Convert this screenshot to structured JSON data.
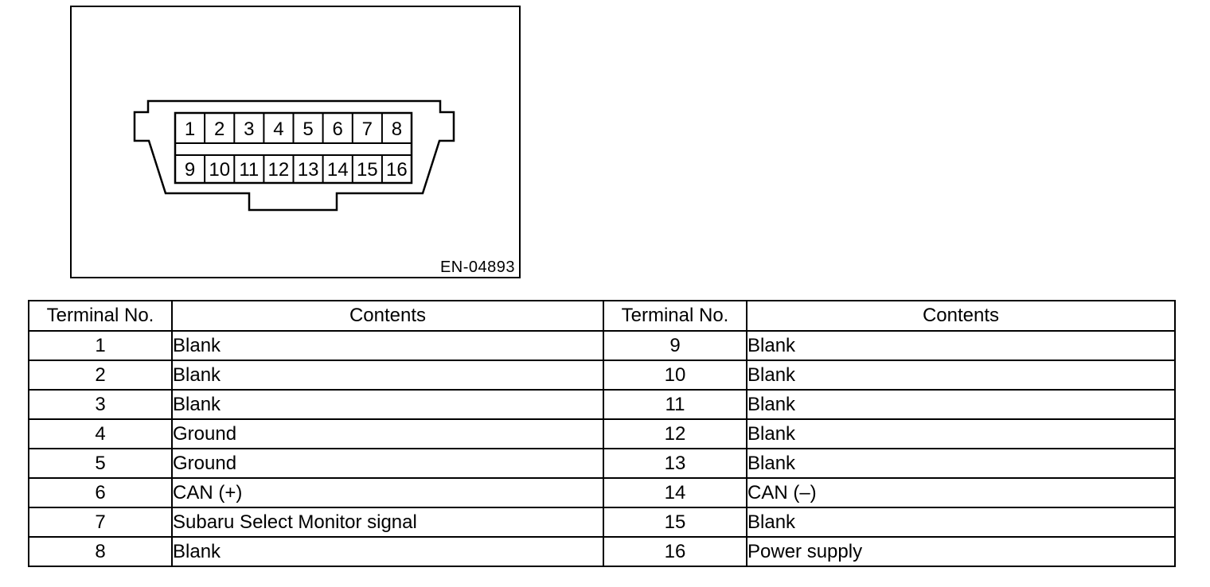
{
  "diagram": {
    "figure_label": "EN-04893",
    "connector_name": "data-link-connector-16-pin",
    "pins_top": [
      "1",
      "2",
      "3",
      "4",
      "5",
      "6",
      "7",
      "8"
    ],
    "pins_bottom": [
      "9",
      "10",
      "11",
      "12",
      "13",
      "14",
      "15",
      "16"
    ]
  },
  "table": {
    "headers": {
      "terminal_left": "Terminal No.",
      "contents_left": "Contents",
      "terminal_right": "Terminal No.",
      "contents_right": "Contents"
    },
    "rows": [
      {
        "terminal_left": "1",
        "contents_left": "Blank",
        "terminal_right": "9",
        "contents_right": "Blank"
      },
      {
        "terminal_left": "2",
        "contents_left": "Blank",
        "terminal_right": "10",
        "contents_right": "Blank"
      },
      {
        "terminal_left": "3",
        "contents_left": "Blank",
        "terminal_right": "11",
        "contents_right": "Blank"
      },
      {
        "terminal_left": "4",
        "contents_left": "Ground",
        "terminal_right": "12",
        "contents_right": "Blank"
      },
      {
        "terminal_left": "5",
        "contents_left": "Ground",
        "terminal_right": "13",
        "contents_right": "Blank"
      },
      {
        "terminal_left": "6",
        "contents_left": "CAN (+)",
        "terminal_right": "14",
        "contents_right": "CAN (–)"
      },
      {
        "terminal_left": "7",
        "contents_left": "Subaru Select Monitor signal",
        "terminal_right": "15",
        "contents_right": "Blank"
      },
      {
        "terminal_left": "8",
        "contents_left": "Blank",
        "terminal_right": "16",
        "contents_right": "Power supply"
      }
    ]
  },
  "colors": {
    "line": "#000000",
    "background": "#ffffff"
  }
}
